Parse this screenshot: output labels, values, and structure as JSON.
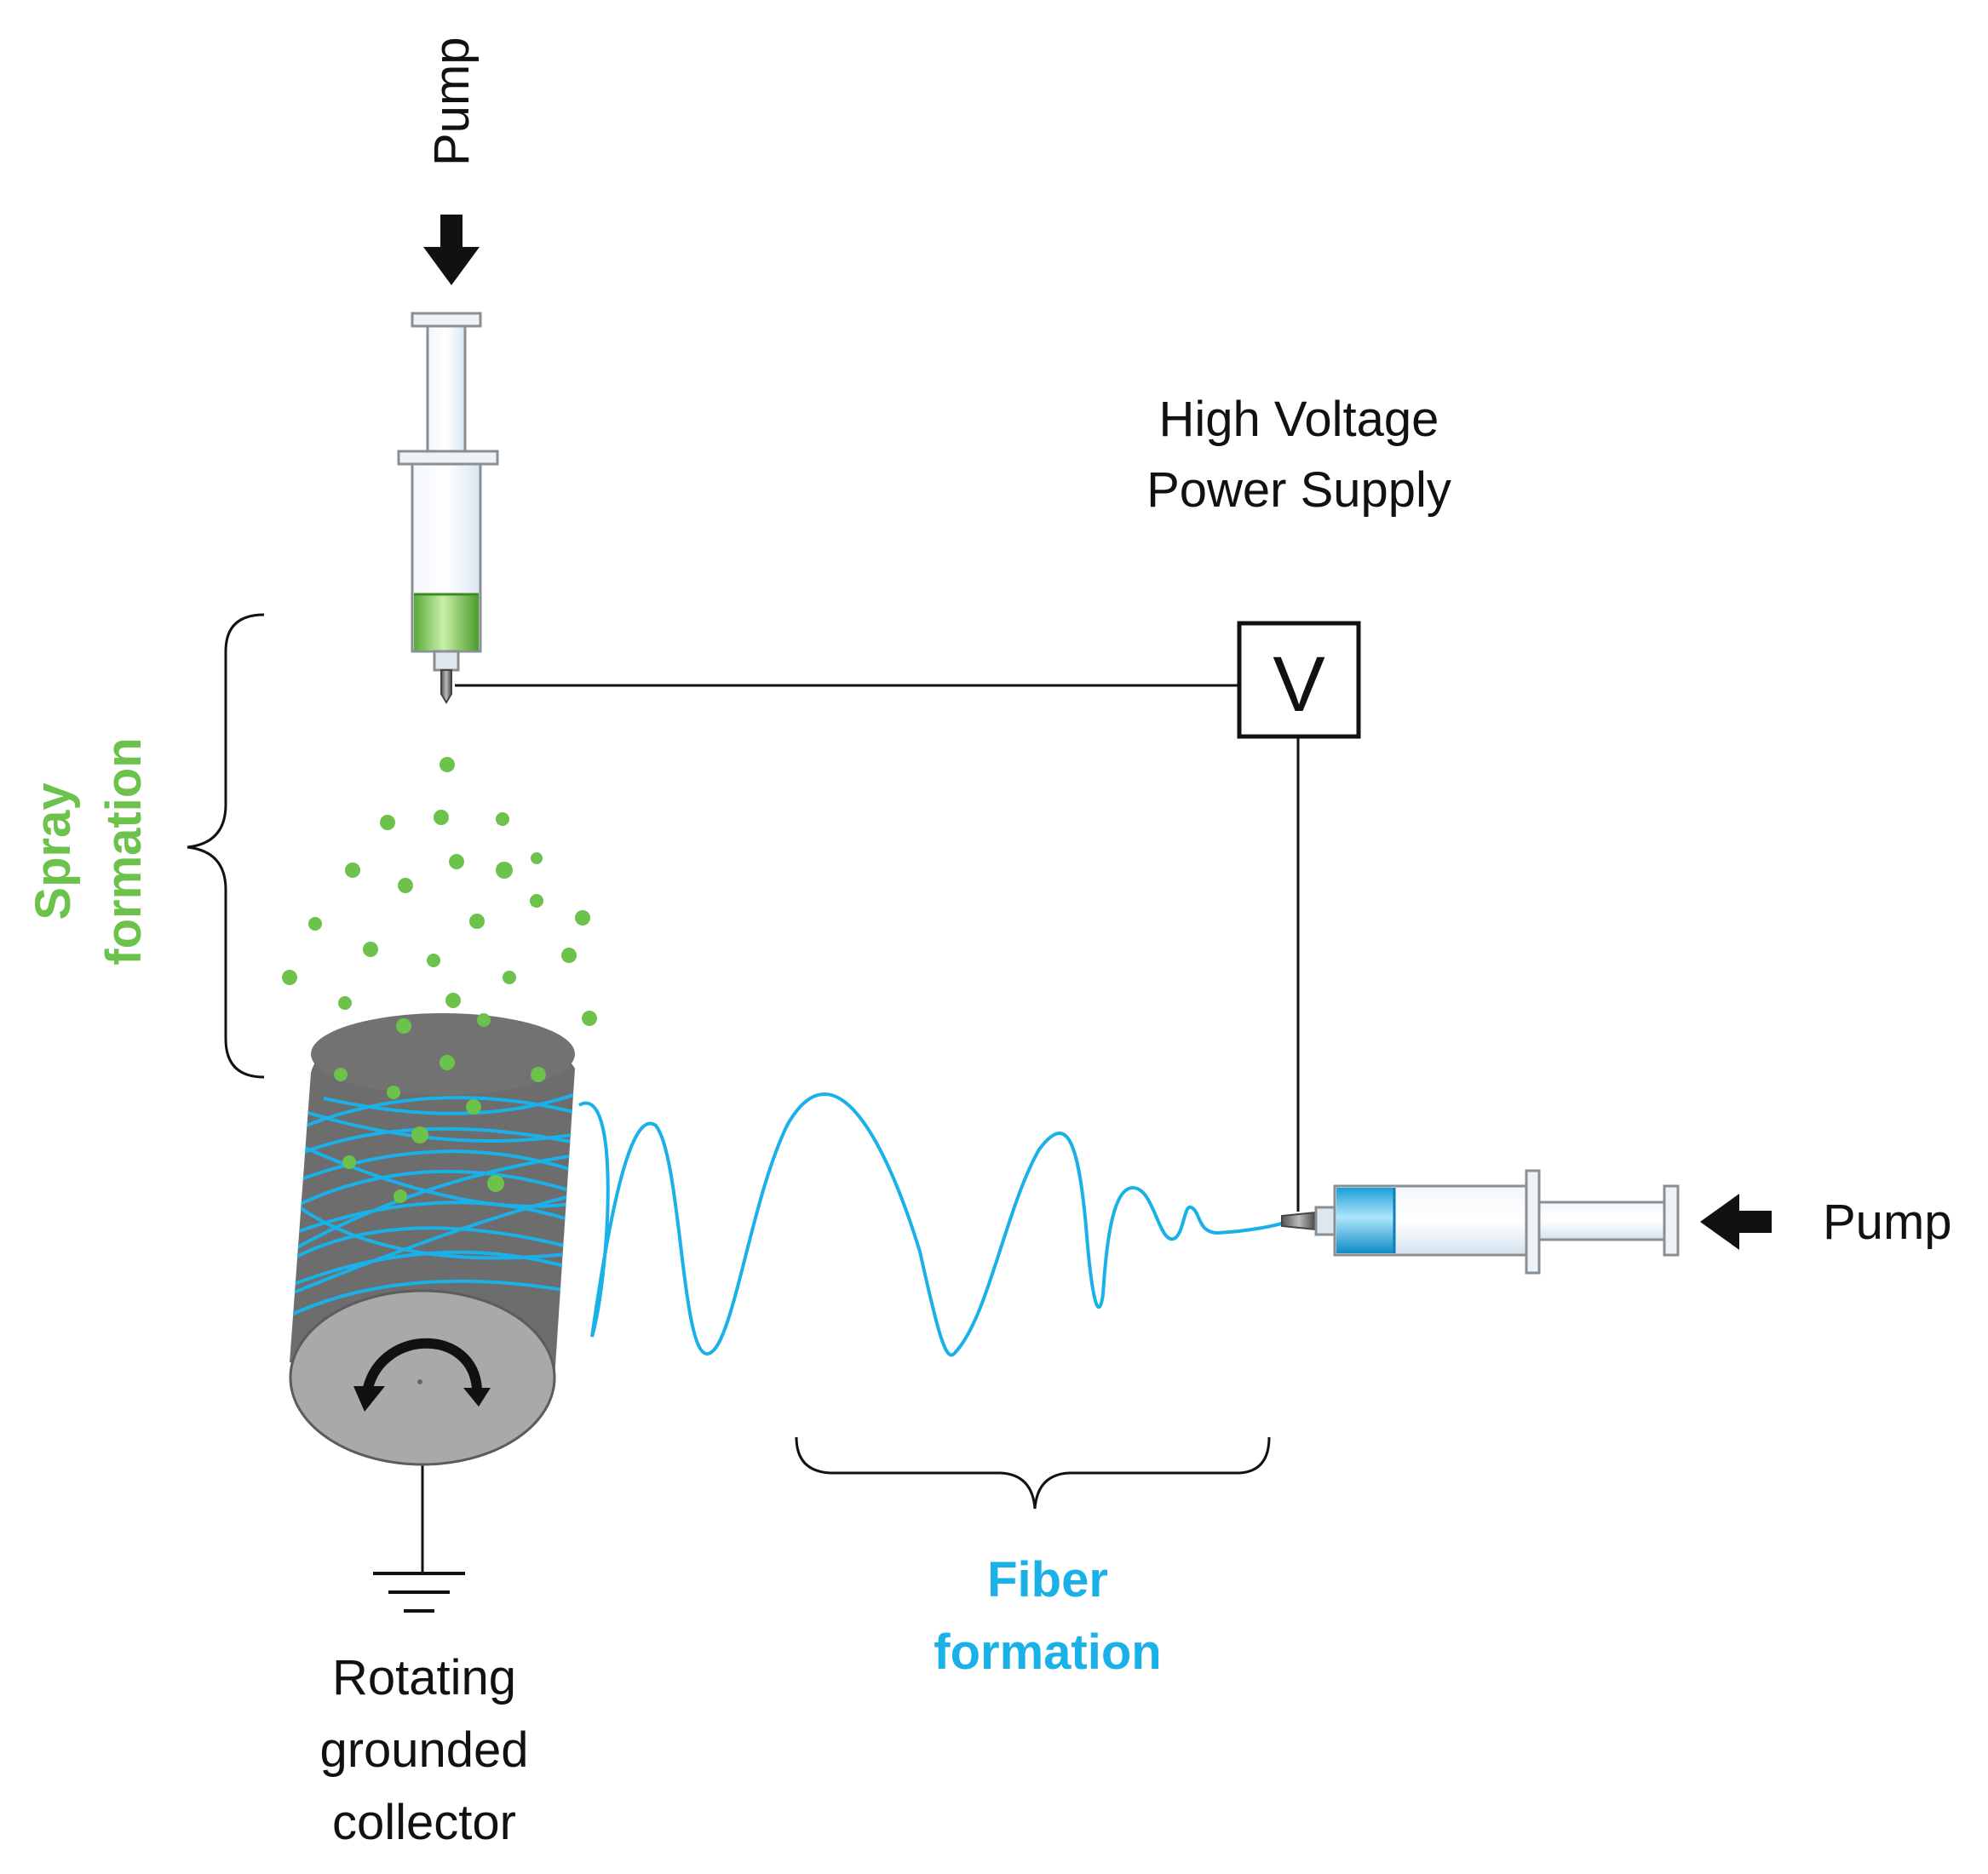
{
  "labels": {
    "pump_top": "Pump",
    "pump_right": "Pump",
    "power_supply_line1": "High Voltage",
    "power_supply_line2": "Power Supply",
    "voltage_symbol": "V",
    "spray_line1": "Spray",
    "spray_line2": "formation",
    "fiber_line1": "Fiber",
    "fiber_line2": "formation",
    "collector_line1": "Rotating",
    "collector_line2": "grounded",
    "collector_line3": "collector"
  },
  "colors": {
    "spray_green": "#6cc24a",
    "fiber_blue": "#1ab0e8",
    "drum_side": "#6d6d6d",
    "drum_face": "#a9a9a9",
    "wire": "#111111"
  }
}
